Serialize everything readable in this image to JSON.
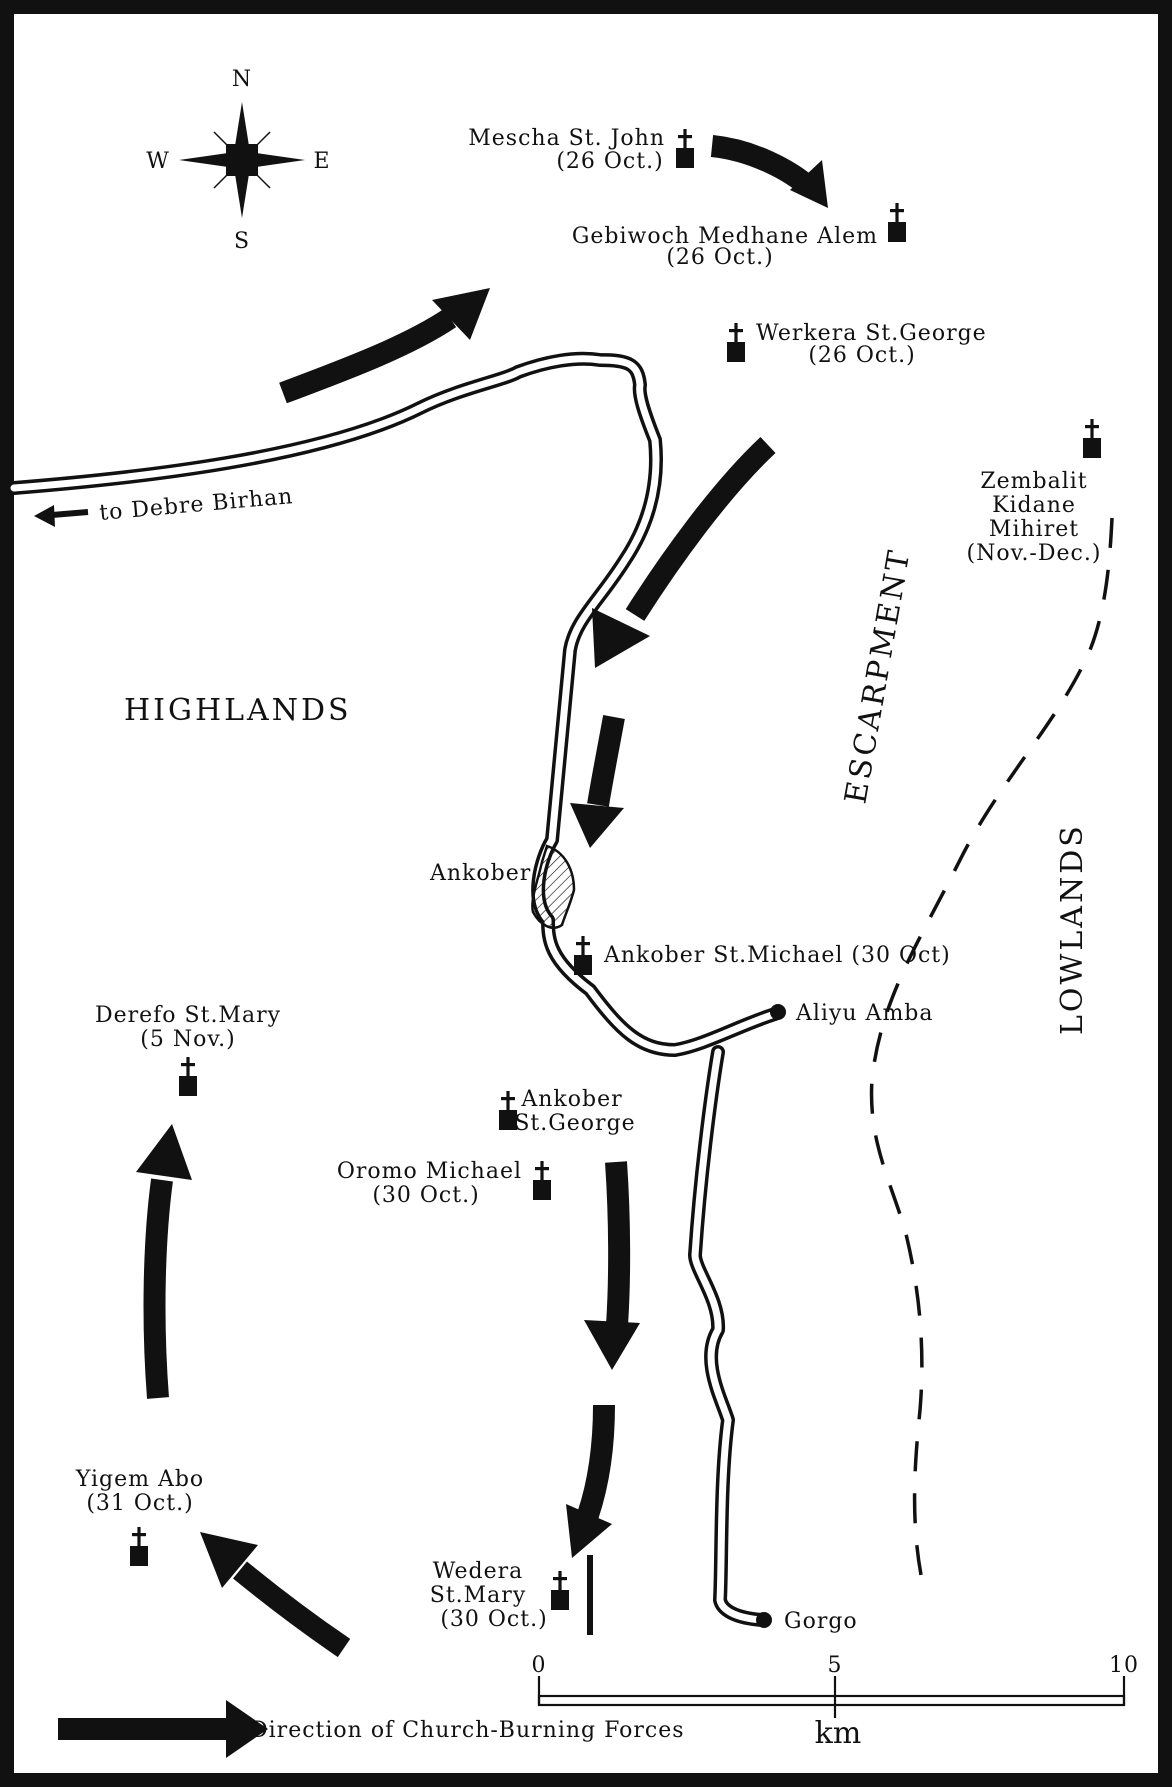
{
  "compass": {
    "n": "N",
    "s": "S",
    "e": "E",
    "w": "W"
  },
  "regions": {
    "highlands": "HIGHLANDS",
    "escarpment": "ESCARPMENT",
    "lowlands": "LOWLANDS"
  },
  "road_label": "to Debre Birhan",
  "town": "Ankober",
  "churches": {
    "mescha": {
      "name": "Mescha St. John",
      "date": "(26 Oct.)"
    },
    "gebiwoch": {
      "name": "Gebiwoch Medhane Alem",
      "date": "(26 Oct.)"
    },
    "werkera": {
      "name": "Werkera St.George",
      "date": "(26 Oct.)"
    },
    "zembalit": {
      "line1": "Zembalit",
      "line2": "Kidane",
      "line3": "Mihiret",
      "date": "(Nov.-Dec.)"
    },
    "ankober_michael": {
      "name": "Ankober St.Michael (30 Oct)"
    },
    "ankober_george": {
      "line1": "Ankober",
      "line2": "St.George"
    },
    "oromo_michael": {
      "name": "Oromo Michael",
      "date": "(30 Oct.)"
    },
    "derefo": {
      "name": "Derefo St.Mary",
      "date": "(5 Nov.)"
    },
    "yigem": {
      "name": "Yigem Abo",
      "date": "(31 Oct.)"
    },
    "wedera": {
      "line1": "Wedera",
      "line2": "St.Mary",
      "date": "(30 Oct.)"
    }
  },
  "places": {
    "aliyu": "Aliyu Amba",
    "gorgo": "Gorgo"
  },
  "scale": {
    "t0": "0",
    "t5": "5",
    "t10": "10",
    "unit": "km"
  },
  "legend": "Direction of Church-Burning Forces"
}
